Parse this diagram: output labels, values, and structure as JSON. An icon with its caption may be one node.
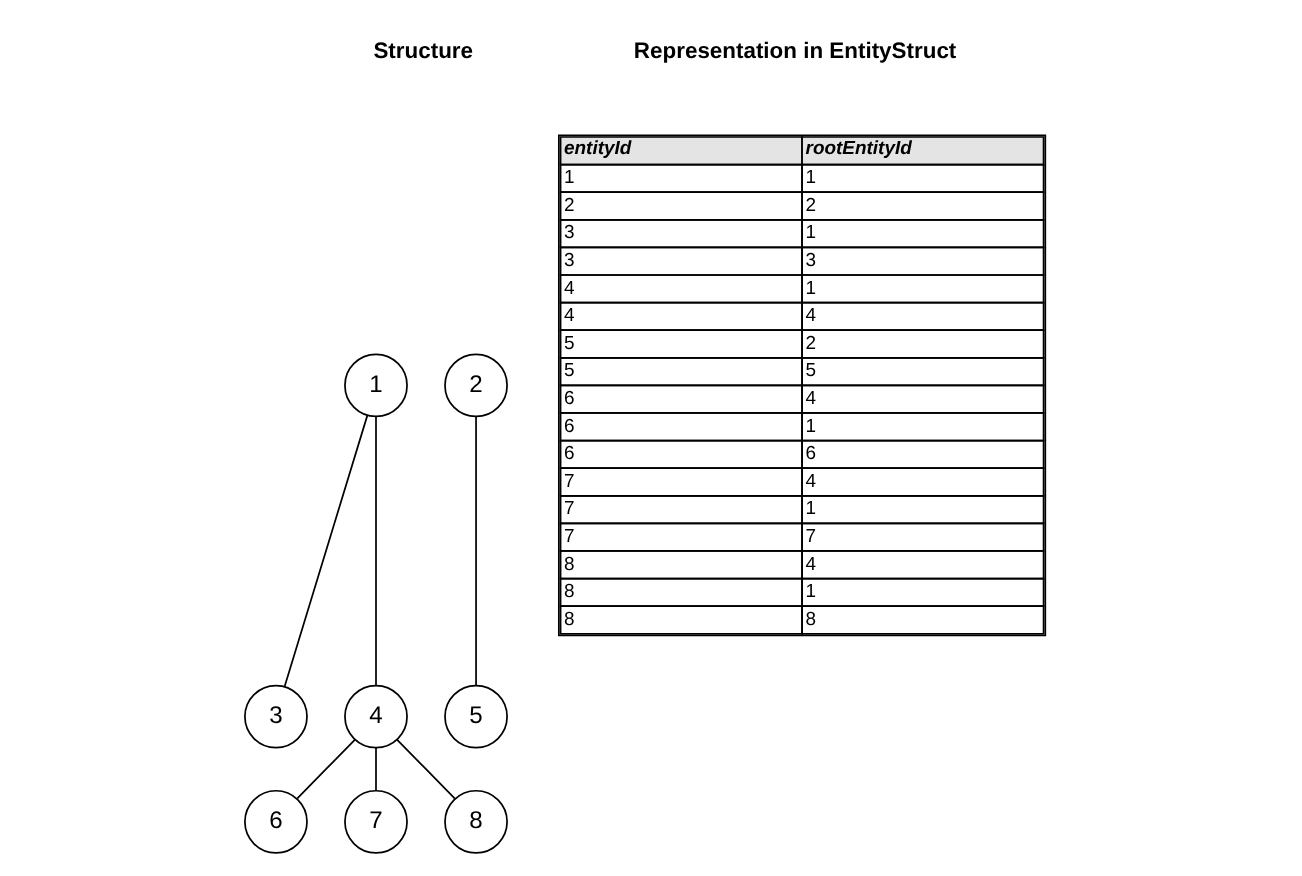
{
  "diagram": {
    "nodes": [
      {
        "text": [
          "1"
        ]
      },
      {
        "text": [
          "2"
        ]
      },
      {
        "text": [
          "3"
        ]
      },
      {
        "text": [
          "4"
        ]
      },
      {
        "text": [
          "5"
        ]
      },
      {
        "text": [
          "6"
        ]
      },
      {
        "text": [
          "7"
        ]
      },
      {
        "text": [
          "8"
        ]
      }
    ],
    "edges": [
      {
        "from": 0,
        "to": 2,
        "arrow": "none"
      },
      {
        "from": 0,
        "to": 3,
        "arrow": "none"
      },
      {
        "from": 1,
        "to": 4,
        "arrow": "none"
      },
      {
        "from": 3,
        "to": 5,
        "arrow": "none"
      },
      {
        "from": 3,
        "to": 6,
        "arrow": "none"
      },
      {
        "from": 3,
        "to": 7,
        "arrow": "none"
      }
    ],
    "labels": [
      "Structure",
      "Representation in EntityStruct",
      "entityId",
      "rootEntityId",
      "1",
      "1",
      "2",
      "2",
      "3",
      "1",
      "3",
      "3",
      "4",
      "1",
      "4",
      "4",
      "5",
      "2",
      "5",
      "5",
      "6",
      "4",
      "6",
      "1",
      "6",
      "6",
      "7",
      "4",
      "7",
      "1",
      "7",
      "7",
      "8",
      "4",
      "8",
      "1",
      "8",
      "8"
    ]
  }
}
